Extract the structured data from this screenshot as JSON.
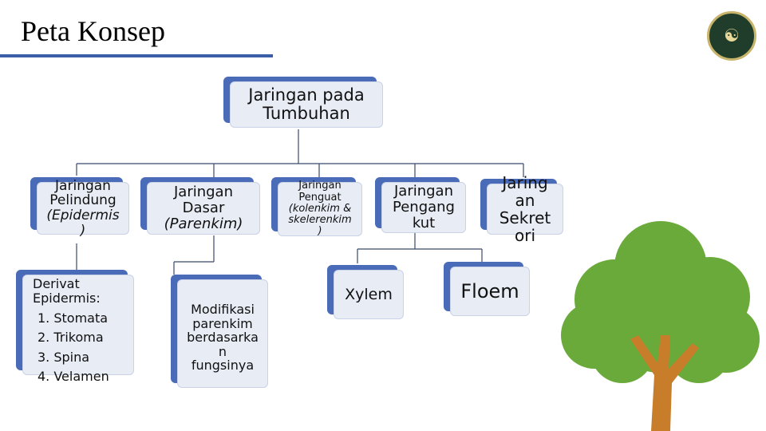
{
  "header": {
    "title": "Peta Konsep"
  },
  "logo": {
    "icon": "institution-logo",
    "colors": {
      "fill": "#1f3d2a",
      "ring": "#c8b46a"
    }
  },
  "nodes": {
    "root": "Jaringan pada\nTumbuhan",
    "pelindung": {
      "main": "Jaringan\nPelindung",
      "sub": "(Epidermis\n)"
    },
    "dasar": {
      "main": "Jaringan\nDasar",
      "sub": "(Parenkim)"
    },
    "penguat": {
      "main": "Jaringan\nPenguat",
      "sub": "(kolenkim &\nskelerenkim\n)"
    },
    "pengangkut": "Jaringan\nPengang\nkut",
    "sekretori": "Jaring\nan\nSekret\nori",
    "derivat": [
      "Derivat\nEpidermis:",
      "1. Stomata",
      "2. Trikoma",
      "3. Spina",
      "4. Velamen"
    ],
    "modifikasi": "Modifikasi\nparenkim\nberdasarka\nn\nfungsinya",
    "xylem": "Xylem",
    "floem": "Floem"
  },
  "colors": {
    "box_fill": "#e8ecf5",
    "box_shadow": "#4a6bb8",
    "connector": "#3a4a6a",
    "tree_foliage": "#6aaa3a",
    "tree_trunk": "#c77d2a"
  }
}
